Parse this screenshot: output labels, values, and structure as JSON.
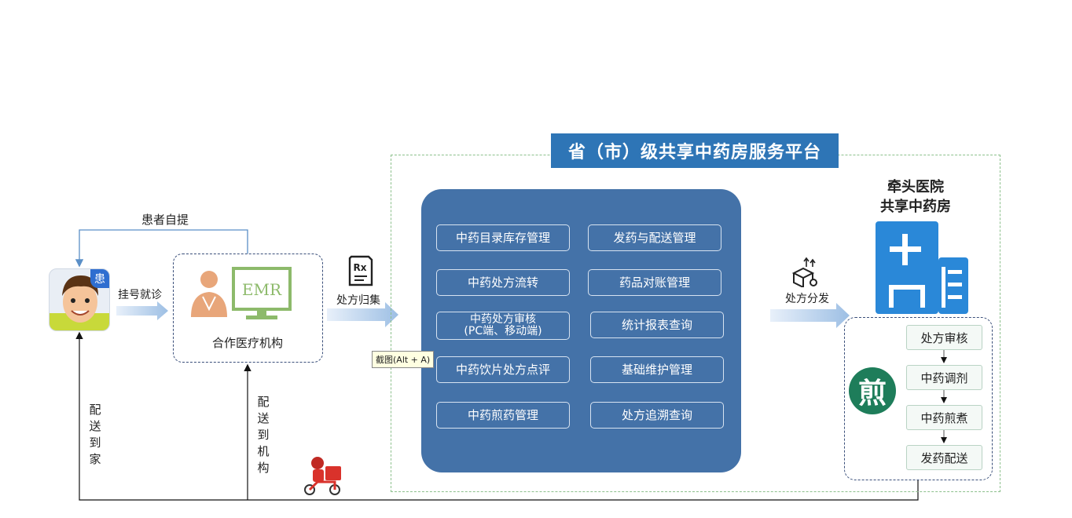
{
  "platform": {
    "title": "省（市）级共享中药房服务平台",
    "modules": [
      {
        "label": "中药目录库存管理"
      },
      {
        "label": "发药与配送管理"
      },
      {
        "label": "中药处方流转"
      },
      {
        "label": "药品对账管理"
      },
      {
        "label": "中药处方审核",
        "sub": "(PC端、移动端)"
      },
      {
        "label": "统计报表查询"
      },
      {
        "label": "中药饮片处方点评"
      },
      {
        "label": "基础维护管理"
      },
      {
        "label": "中药煎药管理"
      },
      {
        "label": "处方追溯查询"
      }
    ]
  },
  "patient": {
    "badge": "患"
  },
  "clinic": {
    "label": "合作医疗机构",
    "emr_text": "EMR"
  },
  "rx_icon_text": "Rx",
  "hospital": {
    "title_line1": "牵头医院",
    "title_line2": "共享中药房"
  },
  "process": {
    "badge": "煎",
    "steps": [
      "处方审核",
      "中药调剂",
      "中药煎煮",
      "发药配送"
    ]
  },
  "flow_labels": {
    "self_pickup": "患者自提",
    "registration": "挂号就诊",
    "collect": "处方归集",
    "dispatch": "处方分发",
    "deliver_home": "配送到家",
    "deliver_org": "配送到机构"
  },
  "tooltip": "截图(Alt + A)",
  "colors": {
    "title_bg": "#2e75b6",
    "panel_bg": "#4472a8",
    "hospital_blue": "#2a88d8",
    "jian_green": "#1e7d5a",
    "arrow_light": "#b8cfe8"
  }
}
